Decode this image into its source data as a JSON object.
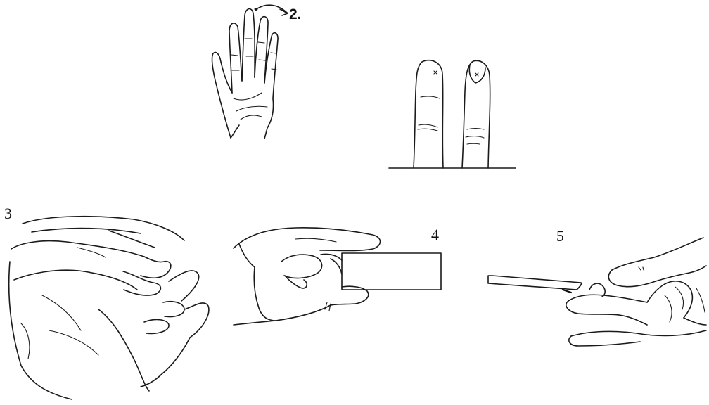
{
  "figure": {
    "labels": {
      "step2": "2.",
      "step3": "3",
      "step4": "4",
      "step5": "5"
    },
    "colors": {
      "ink": "#1a1a1a",
      "paper": "#ffffff"
    }
  }
}
